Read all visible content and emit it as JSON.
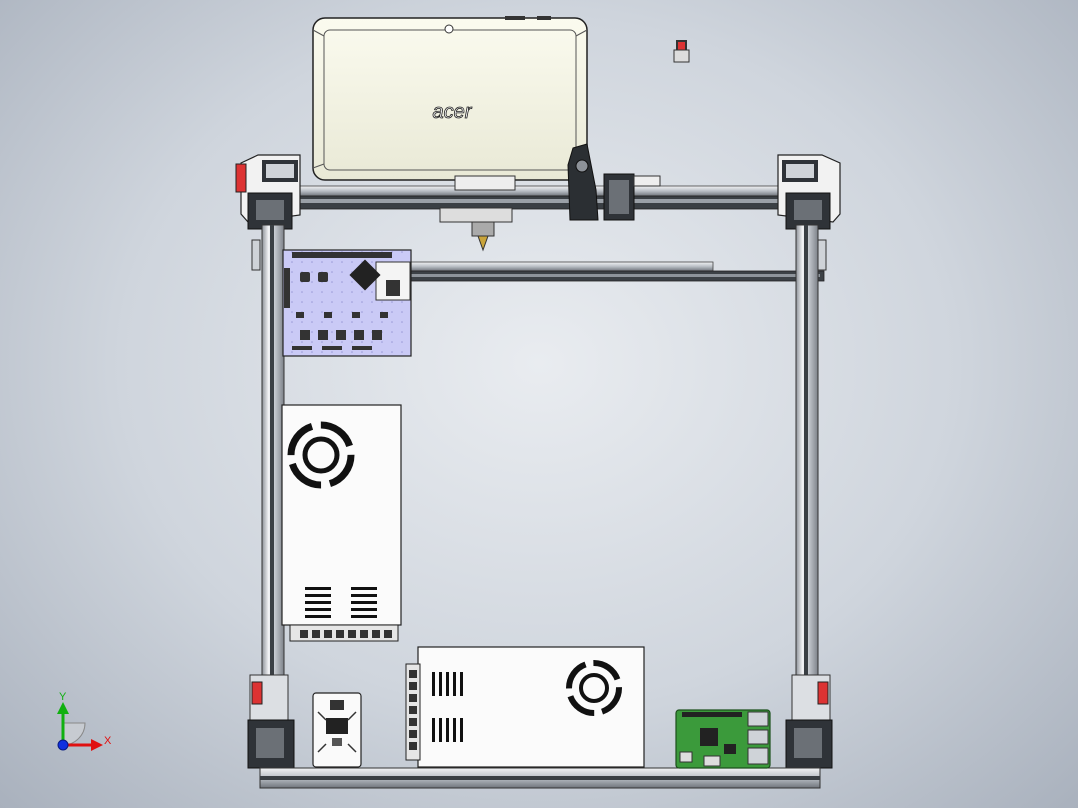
{
  "viewport": {
    "brand_text": "acer",
    "axis_labels": {
      "x": "X",
      "y": "Y"
    },
    "icons": {
      "triad": "xyz-axis-triad-icon",
      "fan": "fan-grille-icon"
    },
    "colors": {
      "background": "#cfd5dd",
      "frame_rail": "#d9dde3",
      "frame_dark": "#2b2f33",
      "tablet_body": "#f5f5e6",
      "controller_board": "#c9c9f5",
      "raspberry_pi": "#3b9a3b",
      "axis_x": "#e01010",
      "axis_y": "#10b010",
      "axis_z": "#1030e0"
    }
  }
}
